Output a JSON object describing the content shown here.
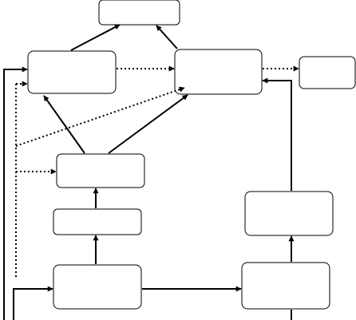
{
  "diagram": {
    "nodes": [
      {
        "id": "top"
      },
      {
        "id": "upper-left"
      },
      {
        "id": "upper-center"
      },
      {
        "id": "far-right"
      },
      {
        "id": "middle-left"
      },
      {
        "id": "lower-left"
      },
      {
        "id": "bottom-left"
      },
      {
        "id": "middle-right"
      },
      {
        "id": "bottom-right"
      }
    ],
    "edges": [
      {
        "from": "upper-left",
        "to": "top",
        "style": "solid"
      },
      {
        "from": "upper-center",
        "to": "top",
        "style": "solid"
      },
      {
        "from": "upper-left",
        "to": "upper-center",
        "style": "dotted"
      },
      {
        "from": "upper-center",
        "to": "far-right",
        "style": "dotted"
      },
      {
        "from": "middle-left",
        "to": "upper-left",
        "style": "solid"
      },
      {
        "from": "middle-left",
        "to": "upper-center",
        "style": "solid"
      },
      {
        "from": "lower-left",
        "to": "middle-left",
        "style": "solid"
      },
      {
        "from": "bottom-left",
        "to": "lower-left",
        "style": "solid"
      },
      {
        "from": "bottom-left",
        "to": "bottom-right",
        "style": "solid"
      },
      {
        "from": "bottom-right",
        "to": "middle-right",
        "style": "solid"
      },
      {
        "from": "middle-right",
        "to": "upper-center",
        "style": "solid"
      },
      {
        "from": "left-feed-a",
        "to": "upper-left",
        "style": "solid"
      },
      {
        "from": "left-feed-b",
        "to": "bottom-left",
        "style": "solid"
      },
      {
        "from": "left-dotted-rail",
        "to": "upper-left",
        "style": "dotted"
      },
      {
        "from": "left-dotted-rail",
        "to": "upper-center",
        "style": "dotted"
      },
      {
        "from": "left-dotted-rail",
        "to": "middle-left",
        "style": "dotted"
      }
    ]
  }
}
